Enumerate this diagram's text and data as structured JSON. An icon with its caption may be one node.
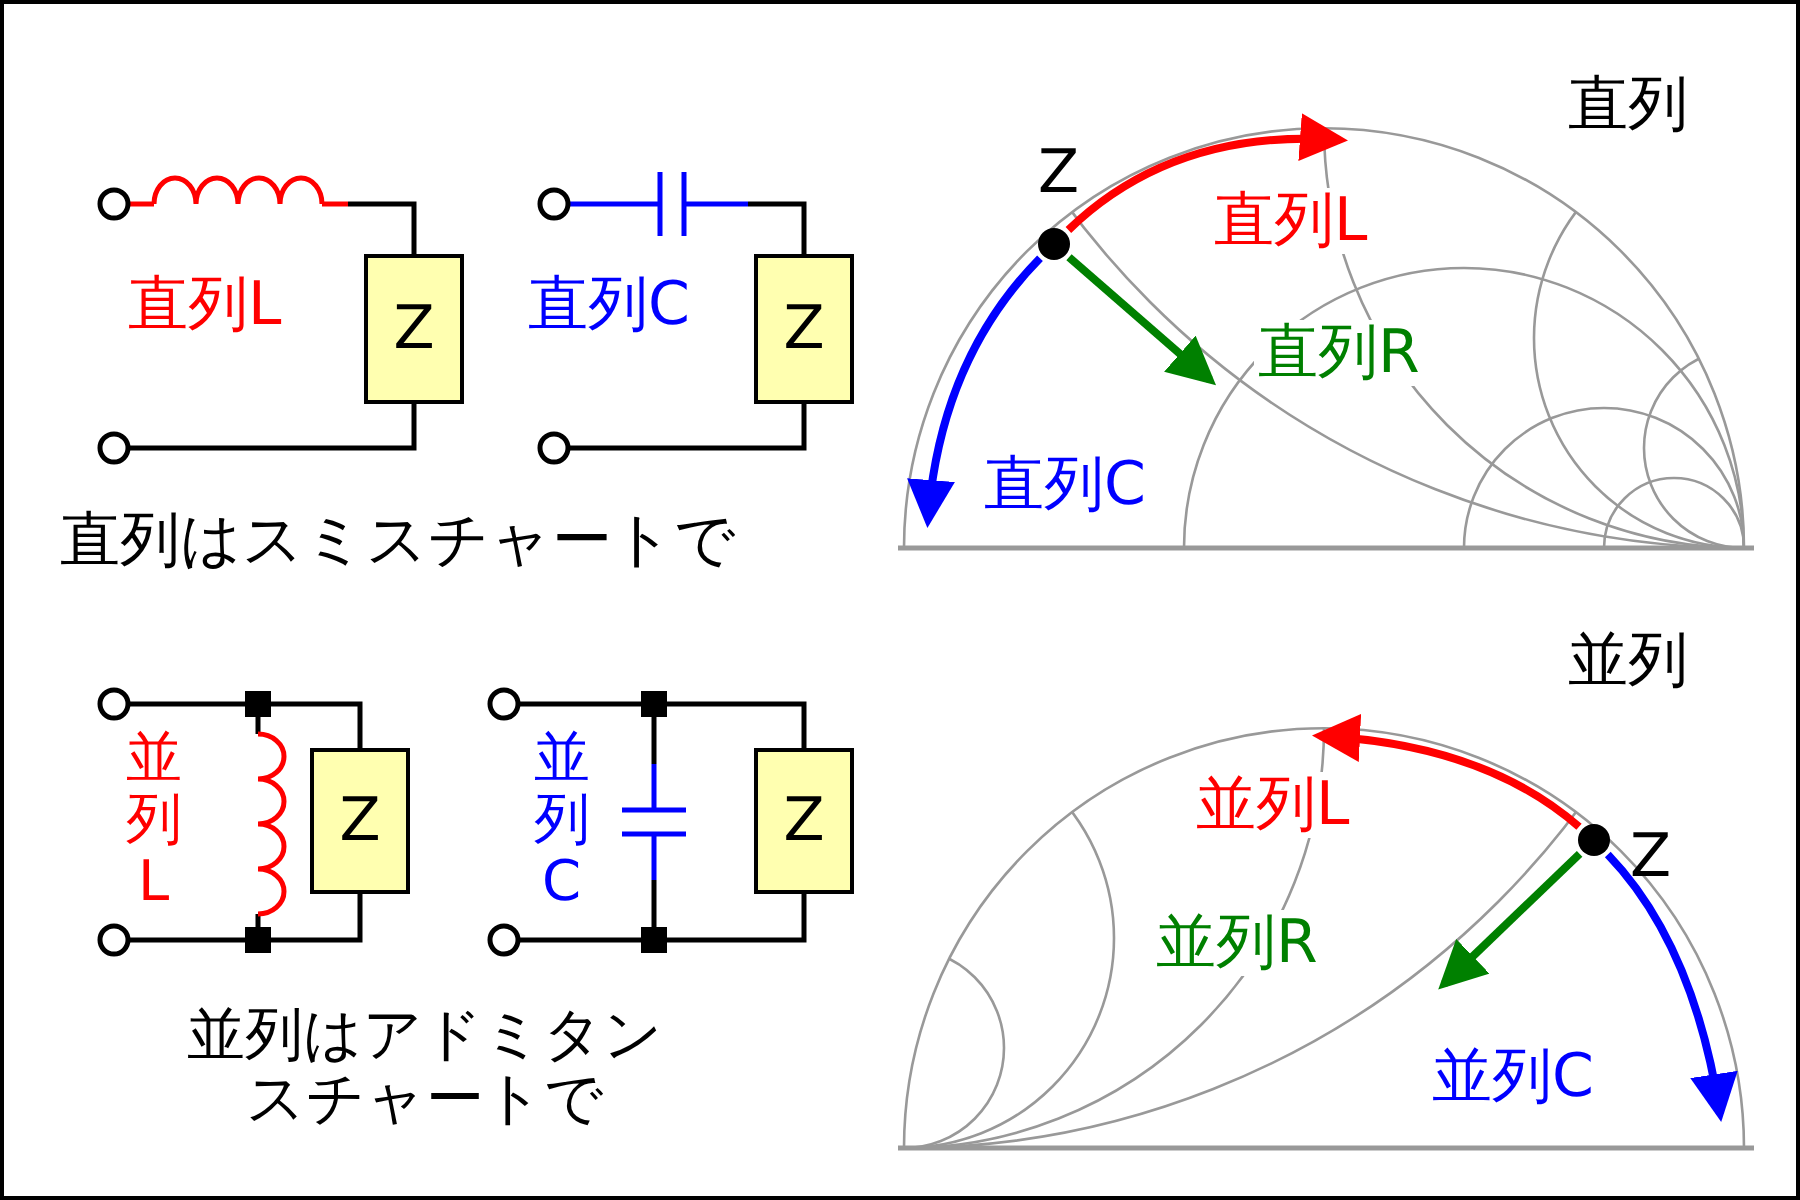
{
  "diagram": {
    "nodes": [
      {
        "text": [
          "Z"
        ]
      },
      {
        "text": [
          "Z"
        ]
      },
      {
        "text": [
          "Z"
        ]
      },
      {
        "text": [
          "Z"
        ]
      },
      {
        "text": [
          "Z"
        ]
      },
      {
        "text": [
          "Z"
        ]
      }
    ],
    "edges": [
      {
        "from": 2,
        "to": null,
        "arrow": "to",
        "label": "直列L",
        "color": "#ff0000"
      },
      {
        "from": 2,
        "to": null,
        "arrow": "to",
        "label": "直列R",
        "color": "#008000"
      },
      {
        "from": 2,
        "to": null,
        "arrow": "to",
        "label": "直列C",
        "color": "#0000ff"
      },
      {
        "from": 5,
        "to": null,
        "arrow": "to",
        "label": "並列L",
        "color": "#ff0000"
      },
      {
        "from": 5,
        "to": null,
        "arrow": "to",
        "label": "並列R",
        "color": "#008000"
      },
      {
        "from": 5,
        "to": null,
        "arrow": "to",
        "label": "並列C",
        "color": "#0000ff"
      }
    ],
    "labels": [
      "直列",
      "直列L",
      "直列C",
      "直列はスミスチャートで",
      "並列",
      "並列L",
      "並列C",
      "並列はアドミタンスチャートで"
    ]
  }
}
